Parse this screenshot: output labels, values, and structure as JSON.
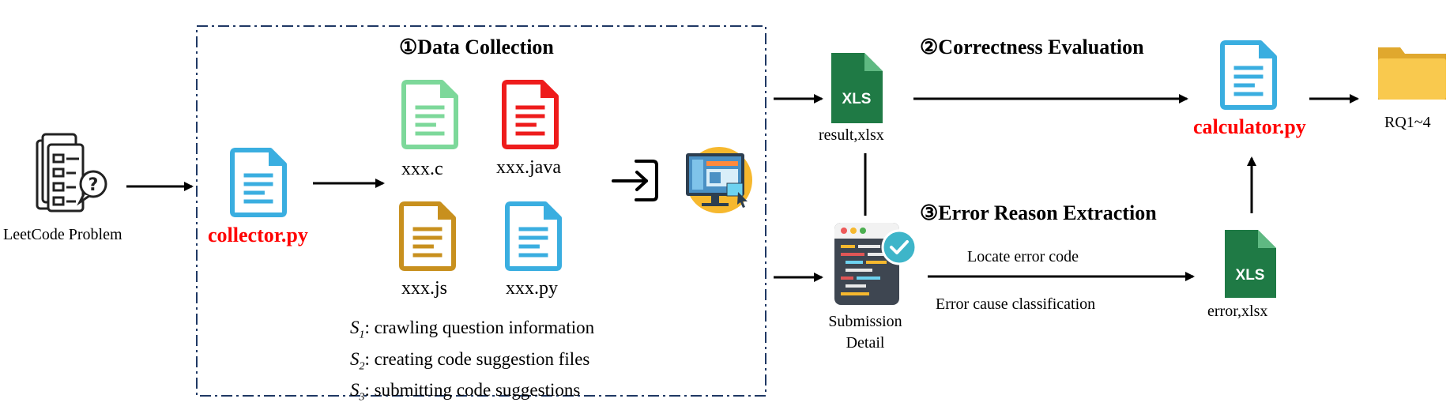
{
  "sections": {
    "collection_title": "①Data Collection",
    "correctness_title": "②Correctness Evaluation",
    "error_title": "③Error Reason Extraction"
  },
  "nodes": {
    "leetcode": "LeetCode Problem",
    "collector": "collector.py",
    "file_c": "xxx.c",
    "file_java": "xxx.java",
    "file_js": "xxx.js",
    "file_py": "xxx.py",
    "result_xlsx": "result,xlsx",
    "xls_badge": "XLS",
    "submission_line1": "Submission",
    "submission_line2": "Detail",
    "calculator": "calculator.py",
    "rq": "RQ1~4",
    "error_xlsx": "error,xlsx"
  },
  "edges": {
    "locate": "Locate error code",
    "classify": "Error cause classification"
  },
  "steps": [
    {
      "s": "S",
      "n": "1",
      "text": ": crawling question information"
    },
    {
      "s": "S",
      "n": "2",
      "text": ": creating code suggestion files"
    },
    {
      "s": "S",
      "n": "3",
      "text": ": submitting code suggestions"
    }
  ],
  "colors": {
    "blue": "#3aaee0",
    "green": "#7dd89a",
    "red": "#ee1c1c",
    "orange": "#c8901e",
    "excel": "#1f7a45",
    "folder": "#f9c94e",
    "dash": "#1f3864"
  }
}
